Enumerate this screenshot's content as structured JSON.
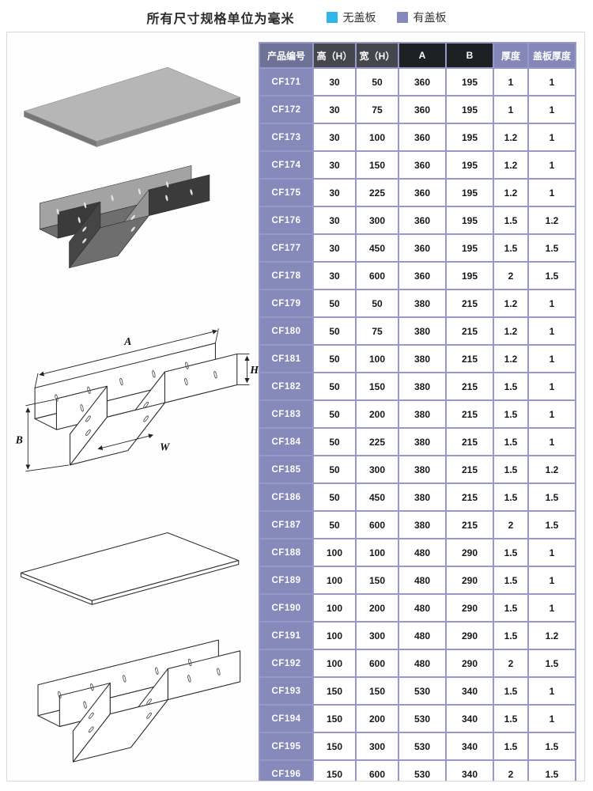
{
  "header": {
    "title": "所有尺寸规格单位为毫米",
    "legend": [
      {
        "label": "无盖板"
      },
      {
        "label": "有盖板"
      }
    ]
  },
  "theme": {
    "legend_no_cover_color": "#2eb6ea",
    "legend_with_cover_color": "#8589bd",
    "table_grid_color": "#9598c8",
    "code_cell_bg": "#868aba",
    "header_col_colors": [
      "#6f7297",
      "#46474e",
      "#46474e",
      "#1f2023",
      "#1f2023",
      "#8487b8",
      "#8487b8"
    ]
  },
  "table": {
    "columns": [
      "产品编号",
      "高（H）",
      "宽（H）",
      "A",
      "B",
      "厚度",
      "盖板厚度"
    ],
    "rows": [
      [
        "CF171",
        "30",
        "50",
        "360",
        "195",
        "1",
        "1"
      ],
      [
        "CF172",
        "30",
        "75",
        "360",
        "195",
        "1",
        "1"
      ],
      [
        "CF173",
        "30",
        "100",
        "360",
        "195",
        "1.2",
        "1"
      ],
      [
        "CF174",
        "30",
        "150",
        "360",
        "195",
        "1.2",
        "1"
      ],
      [
        "CF175",
        "30",
        "225",
        "360",
        "195",
        "1.2",
        "1"
      ],
      [
        "CF176",
        "30",
        "300",
        "360",
        "195",
        "1.5",
        "1.2"
      ],
      [
        "CF177",
        "30",
        "450",
        "360",
        "195",
        "1.5",
        "1.5"
      ],
      [
        "CF178",
        "30",
        "600",
        "360",
        "195",
        "2",
        "1.5"
      ],
      [
        "CF179",
        "50",
        "50",
        "380",
        "215",
        "1.2",
        "1"
      ],
      [
        "CF180",
        "50",
        "75",
        "380",
        "215",
        "1.2",
        "1"
      ],
      [
        "CF181",
        "50",
        "100",
        "380",
        "215",
        "1.2",
        "1"
      ],
      [
        "CF182",
        "50",
        "150",
        "380",
        "215",
        "1.5",
        "1"
      ],
      [
        "CF183",
        "50",
        "200",
        "380",
        "215",
        "1.5",
        "1"
      ],
      [
        "CF184",
        "50",
        "225",
        "380",
        "215",
        "1.5",
        "1"
      ],
      [
        "CF185",
        "50",
        "300",
        "380",
        "215",
        "1.5",
        "1.2"
      ],
      [
        "CF186",
        "50",
        "450",
        "380",
        "215",
        "1.5",
        "1.5"
      ],
      [
        "CF187",
        "50",
        "600",
        "380",
        "215",
        "2",
        "1.5"
      ],
      [
        "CF188",
        "100",
        "100",
        "480",
        "290",
        "1.5",
        "1"
      ],
      [
        "CF189",
        "100",
        "150",
        "480",
        "290",
        "1.5",
        "1"
      ],
      [
        "CF190",
        "100",
        "200",
        "480",
        "290",
        "1.5",
        "1"
      ],
      [
        "CF191",
        "100",
        "300",
        "480",
        "290",
        "1.5",
        "1.2"
      ],
      [
        "CF192",
        "100",
        "600",
        "480",
        "290",
        "2",
        "1.5"
      ],
      [
        "CF193",
        "150",
        "150",
        "530",
        "340",
        "1.5",
        "1"
      ],
      [
        "CF194",
        "150",
        "200",
        "530",
        "340",
        "1.5",
        "1"
      ],
      [
        "CF195",
        "150",
        "300",
        "530",
        "340",
        "1.5",
        "1.5"
      ],
      [
        "CF196",
        "150",
        "600",
        "530",
        "340",
        "2",
        "1.5"
      ]
    ]
  },
  "diagrams": {
    "dimension_labels": {
      "a": "A",
      "h": "H",
      "b": "B",
      "w": "W"
    }
  }
}
